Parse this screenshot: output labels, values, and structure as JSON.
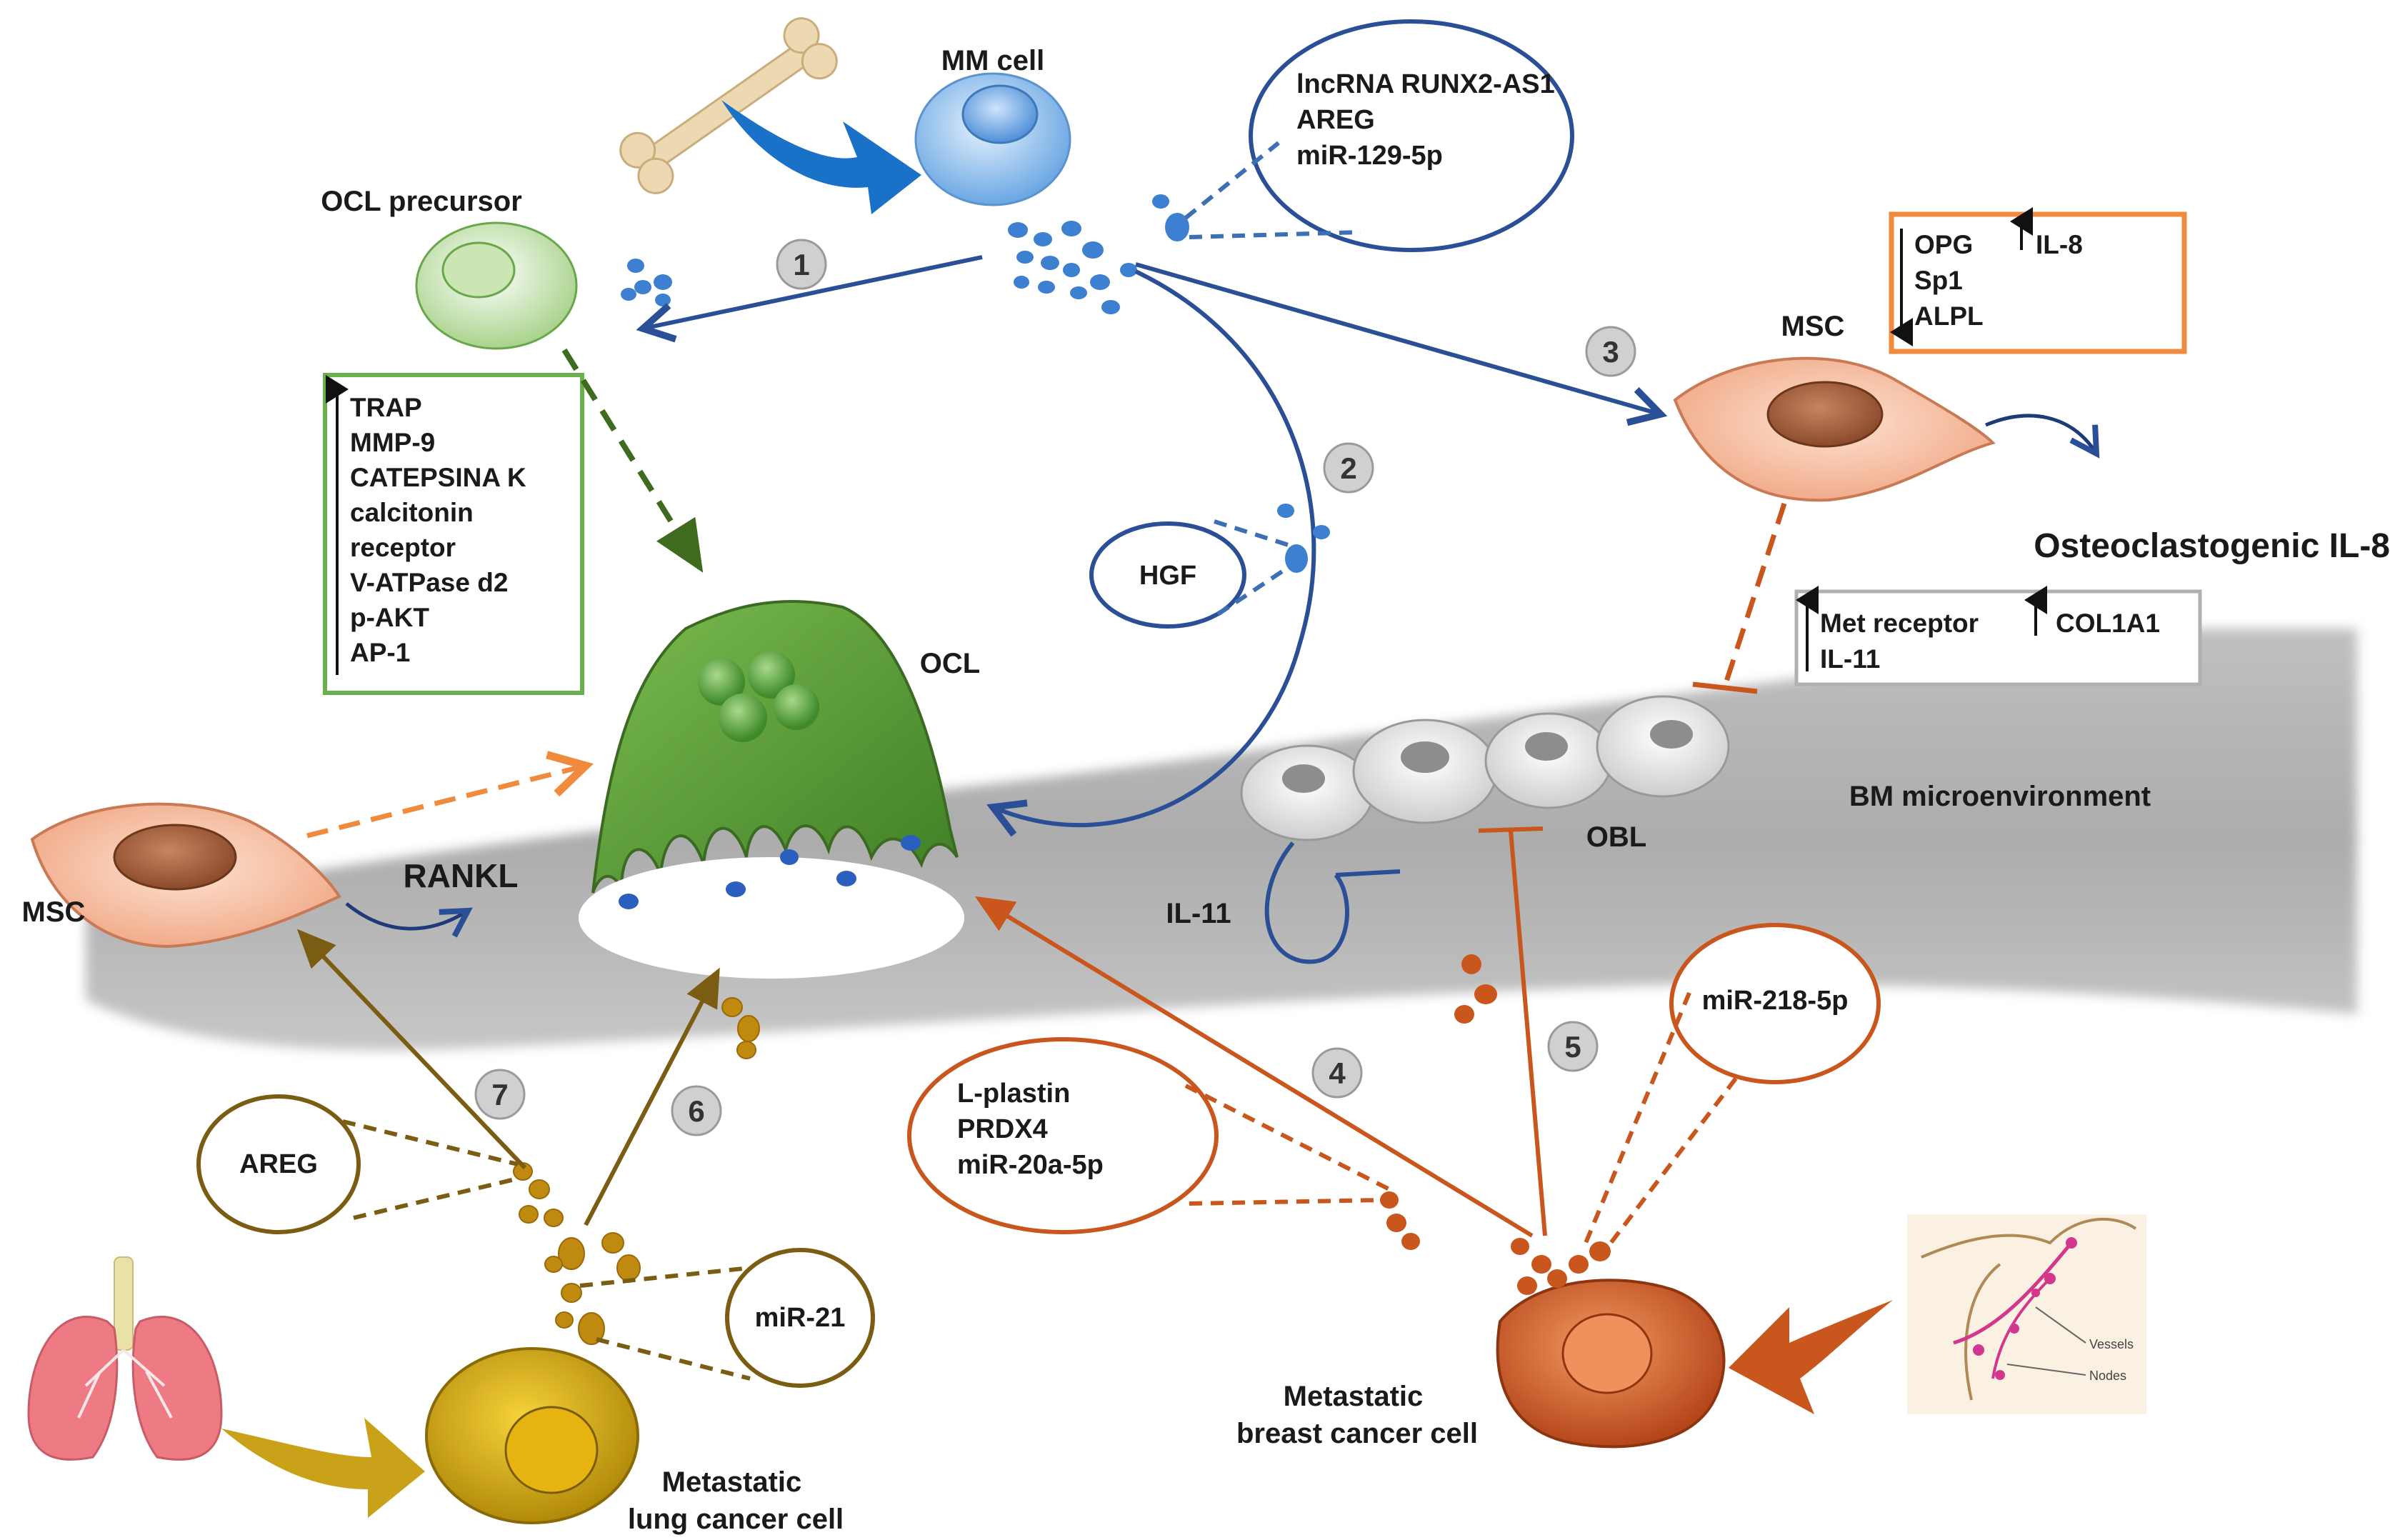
{
  "cells": {
    "mm_cell": "MM cell",
    "ocl_precursor": "OCL precursor",
    "ocl": "OCL",
    "msc_top": "MSC",
    "msc_left": "MSC",
    "obl": "OBL",
    "lung": "Metastatic\nlung cancer cell",
    "breast": "Metastatic\nbreast cancer cell"
  },
  "labels": {
    "osteoclastogenic": "Osteoclastogenic IL-8",
    "bm_env": "BM microenvironment",
    "rankl": "RANKL",
    "il11": "IL-11"
  },
  "bubbles": {
    "mm": [
      "lncRNA RUNX2-AS1",
      "AREG",
      "miR-129-5p"
    ],
    "hgf": [
      "HGF"
    ],
    "breast_left": [
      "L-plastin",
      "PRDX4",
      "miR-20a-5p"
    ],
    "breast_right": [
      "miR-218-5p"
    ],
    "lung_areg": [
      "AREG"
    ],
    "lung_mir21": [
      "miR-21"
    ]
  },
  "boxes": {
    "ocl_markers": [
      "TRAP",
      "MMP-9",
      "CATEPSINA K",
      "calcitonin",
      "receptor",
      "V-ATPase d2",
      "p-AKT",
      "AP-1"
    ],
    "msc_down": [
      "OPG",
      "Sp1",
      "ALPL"
    ],
    "msc_up": [
      "IL-8"
    ],
    "obl_up_left": [
      "Met receptor",
      "IL-11"
    ],
    "obl_up_right": [
      "COL1A1"
    ]
  },
  "steps": [
    "1",
    "2",
    "3",
    "4",
    "5",
    "6",
    "7"
  ],
  "inset": {
    "vessels": "Vessels",
    "nodes": "Nodes"
  },
  "colors": {
    "blue": "#2b4f96",
    "blue_light": "#3d7fd0",
    "orange": "#c9561c",
    "olive": "#7a5c12",
    "green_box": "#6ab04c",
    "orange_box": "#f08a3c",
    "ocl_green": "#5f9e3a"
  }
}
